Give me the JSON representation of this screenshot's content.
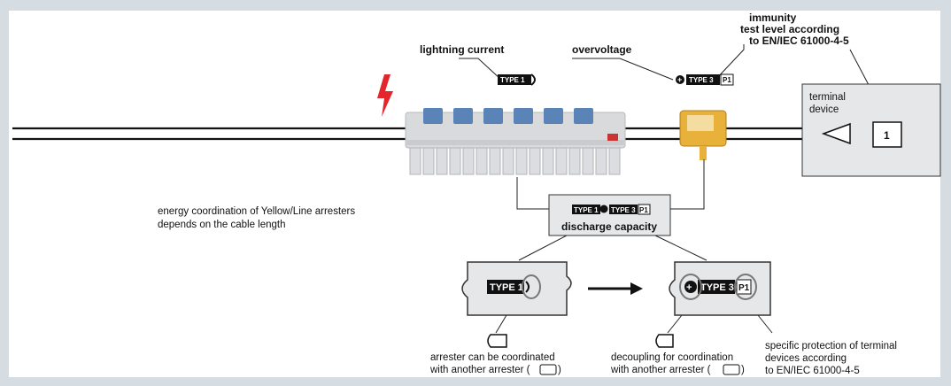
{
  "colors": {
    "background": "#d5dde3",
    "lightning": "#e3262e",
    "arrester_body": "#d9dadc",
    "arrester_terminal": "#5a83b8",
    "yellow_arrester": "#e8b23a",
    "badge": "#111111",
    "shape_fill": "#e6e7e9"
  },
  "labels": {
    "lightning_current": "lightning current",
    "overvoltage": "overvoltage",
    "immunity_line1": "immunity",
    "immunity_line2": "test level according",
    "immunity_line3": "to EN/IEC 61000-4-5",
    "terminal_line1": "terminal",
    "terminal_line2": "device",
    "terminal_number": "1",
    "energy_line1": "energy coordination of Yellow/Line arresters",
    "energy_line2": "depends on the cable length",
    "discharge_capacity": "discharge capacity",
    "arrester_coord_line1": "arrester can be coordinated",
    "arrester_coord_line2": "with another arrester (",
    "decoupling_line1": "decoupling for coordination",
    "decoupling_line2": "with another arrester (",
    "close_paren": ")",
    "specific_line1": "specific protection of terminal",
    "specific_line2": "devices according",
    "specific_line3": "to EN/IEC 61000-4-5"
  },
  "badges": {
    "type1": "TYPE 1",
    "type3": "TYPE 3",
    "p1": "P1"
  },
  "icons": [
    "lightning-bolt-icon",
    "arrow-right-icon",
    "plus-icon"
  ]
}
